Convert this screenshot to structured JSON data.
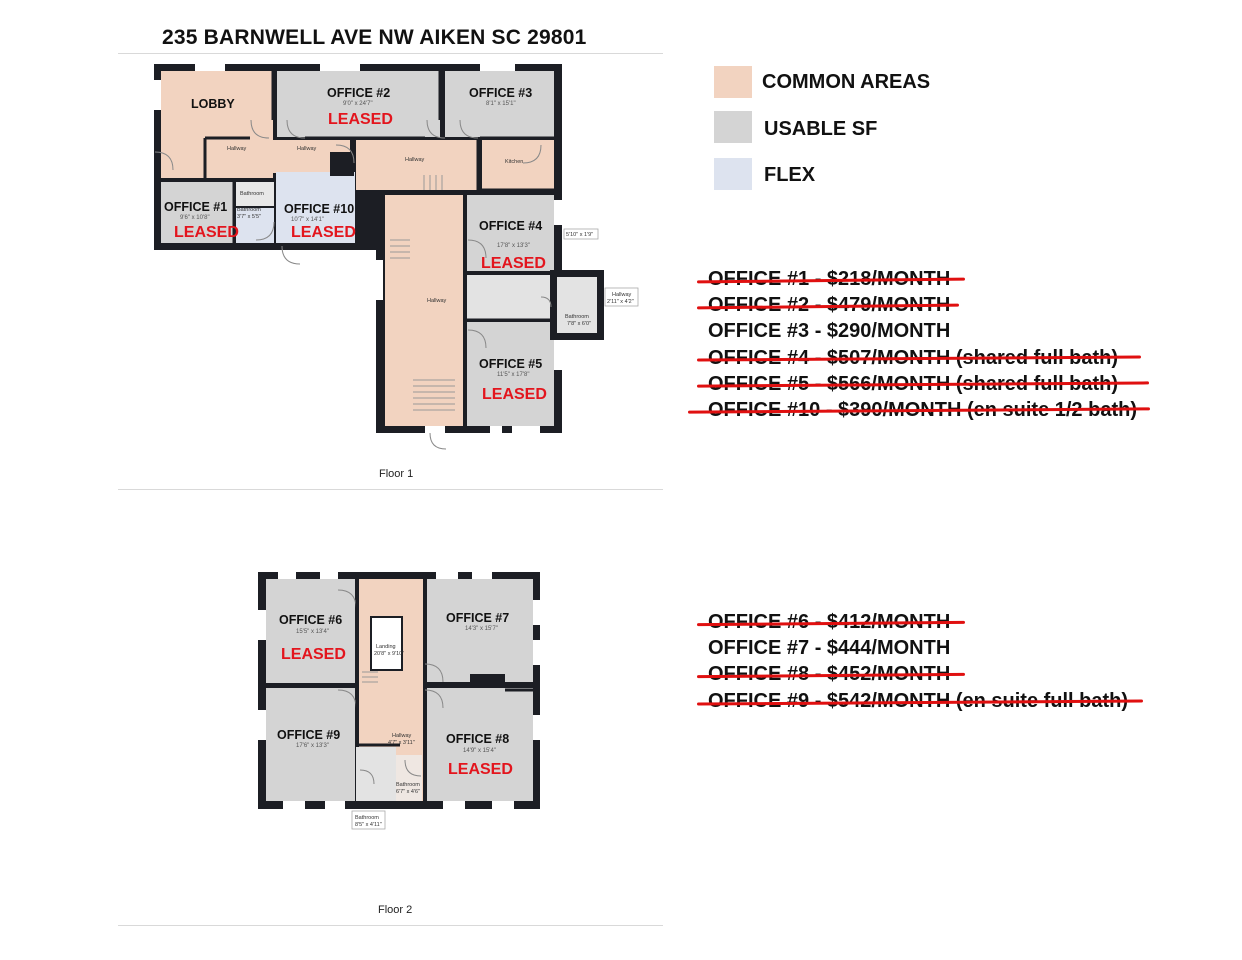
{
  "title": "235 BARNWELL AVE NW AIKEN SC 29801",
  "legend": [
    {
      "label": "COMMON AREAS",
      "color": "#f2d3c0"
    },
    {
      "label": "USABLE SF",
      "color": "#d4d4d4"
    },
    {
      "label": "FLEX",
      "color": "#dde3ef"
    }
  ],
  "floor1": {
    "label": "Floor 1",
    "rooms": {
      "lobby": "LOBBY",
      "office2": "OFFICE #2",
      "office2_dim": "9'0\" x 24'7\"",
      "office3": "OFFICE #3",
      "office3_dim": "8'1\" x 15'1\"",
      "hallway_a": "Hallway",
      "hallway_b": "Hallway",
      "hallway_c": "Hallway",
      "kitchen": "Kitchen",
      "bathroom_a": "Bathroom",
      "bathroom_b": "Bathroom",
      "bathroom_b_dim": "3'7\" x 5'5\"",
      "office1": "OFFICE #1",
      "office1_dim": "9'6\" x 10'8\"",
      "office10": "OFFICE #10",
      "office10_dim": "10'7\" x 14'1\"",
      "office4": "OFFICE #4",
      "office4_dim": "17'8\" x 13'3\"",
      "office4_side": "5'10\" x 1'9\"",
      "hallway_main": "Hallway",
      "hallway_ext": "Hallway",
      "hallway_ext_dim": "2'11\" x 4'2\"",
      "bathroom_c": "Bathroom",
      "bathroom_c_dim": "7'8\" x 6'0\"",
      "office5": "OFFICE #5",
      "office5_dim": "11'5\" x 17'8\""
    },
    "leased": "LEASED"
  },
  "floor2": {
    "label": "Floor 2",
    "rooms": {
      "office6": "OFFICE #6",
      "office6_dim": "15'5\" x 13'4\"",
      "landing": "Landing",
      "landing_dim": "20'8\" x 9'10\"",
      "office7": "OFFICE #7",
      "office7_dim": "14'3\" x 15'7\"",
      "office9": "OFFICE #9",
      "office9_dim": "17'6\" x 13'3\"",
      "hallway": "Hallway",
      "hallway_dim": "4'7\" x 3'11\"",
      "office8": "OFFICE #8",
      "office8_dim": "14'9\" x 15'4\"",
      "bathroom_inner": "Bathroom",
      "bathroom_inner_dim": "6'7\" x 4'6\"",
      "bathroom": "Bathroom",
      "bathroom_dim": "8'5\" x 4'11\""
    },
    "leased": "LEASED"
  },
  "prices_floor1": [
    {
      "text": "OFFICE #1 - $218/MONTH",
      "struck": true
    },
    {
      "text": "OFFICE #2 - $479/MONTH",
      "struck": true
    },
    {
      "text": "OFFICE #3 - $290/MONTH",
      "struck": false
    },
    {
      "text": "OFFICE #4 - $507/MONTH (shared full bath)",
      "struck": true
    },
    {
      "text": "OFFICE #5 - $566/MONTH (shared full bath)",
      "struck": true
    },
    {
      "text": "OFFICE #10 - $390/MONTH (en suite 1/2 bath)",
      "struck": true
    }
  ],
  "prices_floor2": [
    {
      "text": "OFFICE #6 - $412/MONTH",
      "struck": true
    },
    {
      "text": "OFFICE #7 - $444/MONTH",
      "struck": false
    },
    {
      "text": "OFFICE #8 - $452/MONTH",
      "struck": true
    },
    {
      "text": "OFFICE #9 - $542/MONTH (en suite full bath)",
      "struck": true
    }
  ],
  "colors": {
    "common": "#f2d3c0",
    "usable": "#d4d4d4",
    "flex": "#dde3ef",
    "wall": "#1c1e24",
    "leased": "#e3151d",
    "strike": "#e01010"
  }
}
